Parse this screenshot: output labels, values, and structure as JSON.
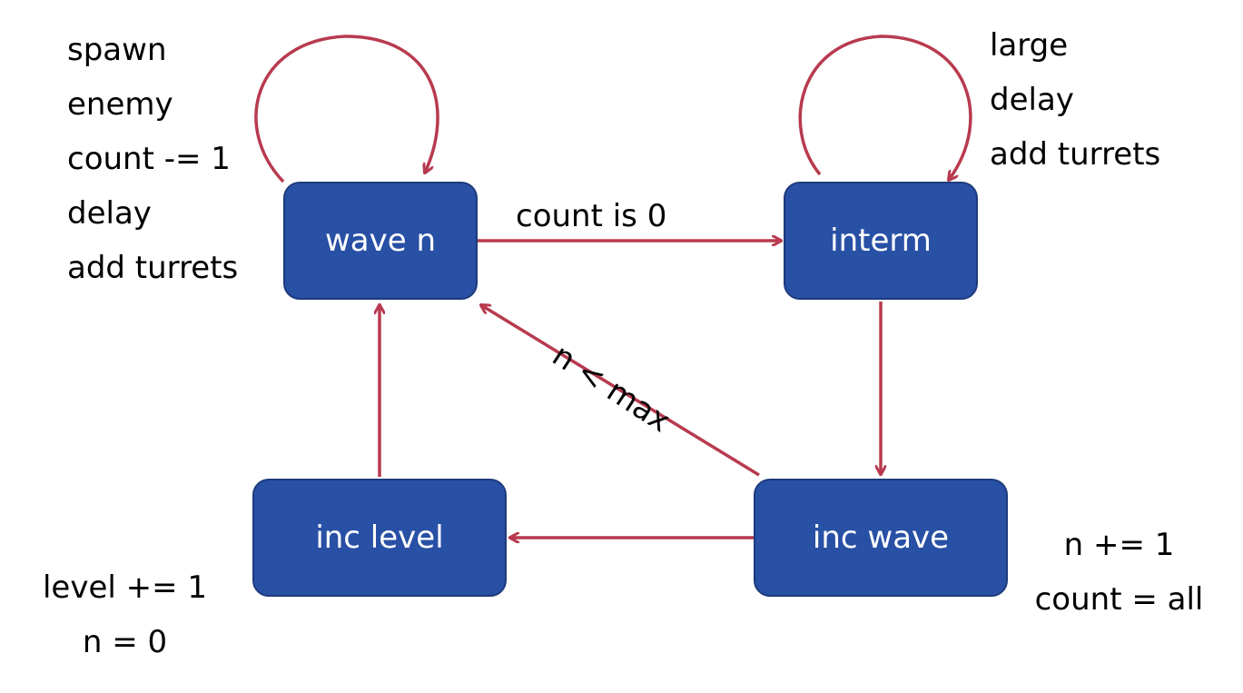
{
  "nodes": {
    "wave_n": "wave n",
    "interm": "interm",
    "inc_wave": "inc wave",
    "inc_level": "inc level"
  },
  "edges": {
    "wave_to_interm": "count is 0",
    "incwave_to_wave": "n < max"
  },
  "annotations": {
    "wave_n_actions": [
      "spawn",
      "enemy",
      "count -= 1",
      "delay",
      "add turrets"
    ],
    "interm_actions": [
      "large",
      "delay",
      "add turrets"
    ],
    "inc_wave_actions": [
      "n += 1",
      "count = all"
    ],
    "inc_level_actions": [
      "level += 1",
      "n = 0"
    ]
  },
  "colors": {
    "node_fill": "#2850a5",
    "node_border": "#1d3b7c",
    "arrow": "#b83a4f",
    "node_text": "#ffffff"
  }
}
